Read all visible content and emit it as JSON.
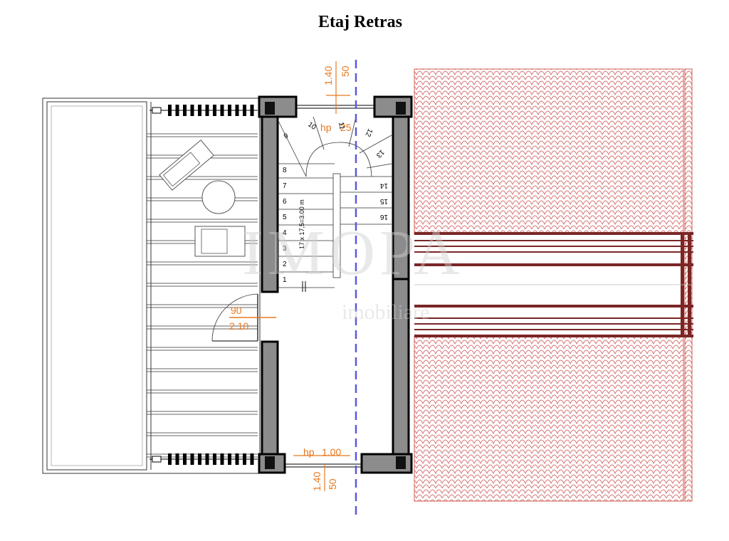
{
  "title": "Etaj Retras",
  "labels": {
    "top_height": "1.40",
    "top_sill": "50",
    "bottom_height": "1.40",
    "bottom_sill": "50",
    "hp_top": "hp",
    "hp_top_value": "25",
    "hp_bottom": "hp",
    "hp_bottom_value": "1.00",
    "door_width": "90",
    "door_height": "2.10",
    "stair_spec": "17 x 17,5=3.00 m"
  },
  "stair_steps": {
    "left_run": [
      "1",
      "2",
      "3",
      "4",
      "5",
      "6",
      "7",
      "8"
    ],
    "winders": [
      "9",
      "10",
      "11",
      "12",
      "13"
    ],
    "right_run": [
      "14",
      "15",
      "16"
    ]
  },
  "watermark": {
    "brand": "IMOPA",
    "sub": "imobiliare"
  },
  "colors": {
    "dimension": "#e8791e",
    "axis": "#5a5ae0",
    "wall": "#8c8c8c",
    "roof": "#c0392b",
    "beam": "#7a2626"
  }
}
